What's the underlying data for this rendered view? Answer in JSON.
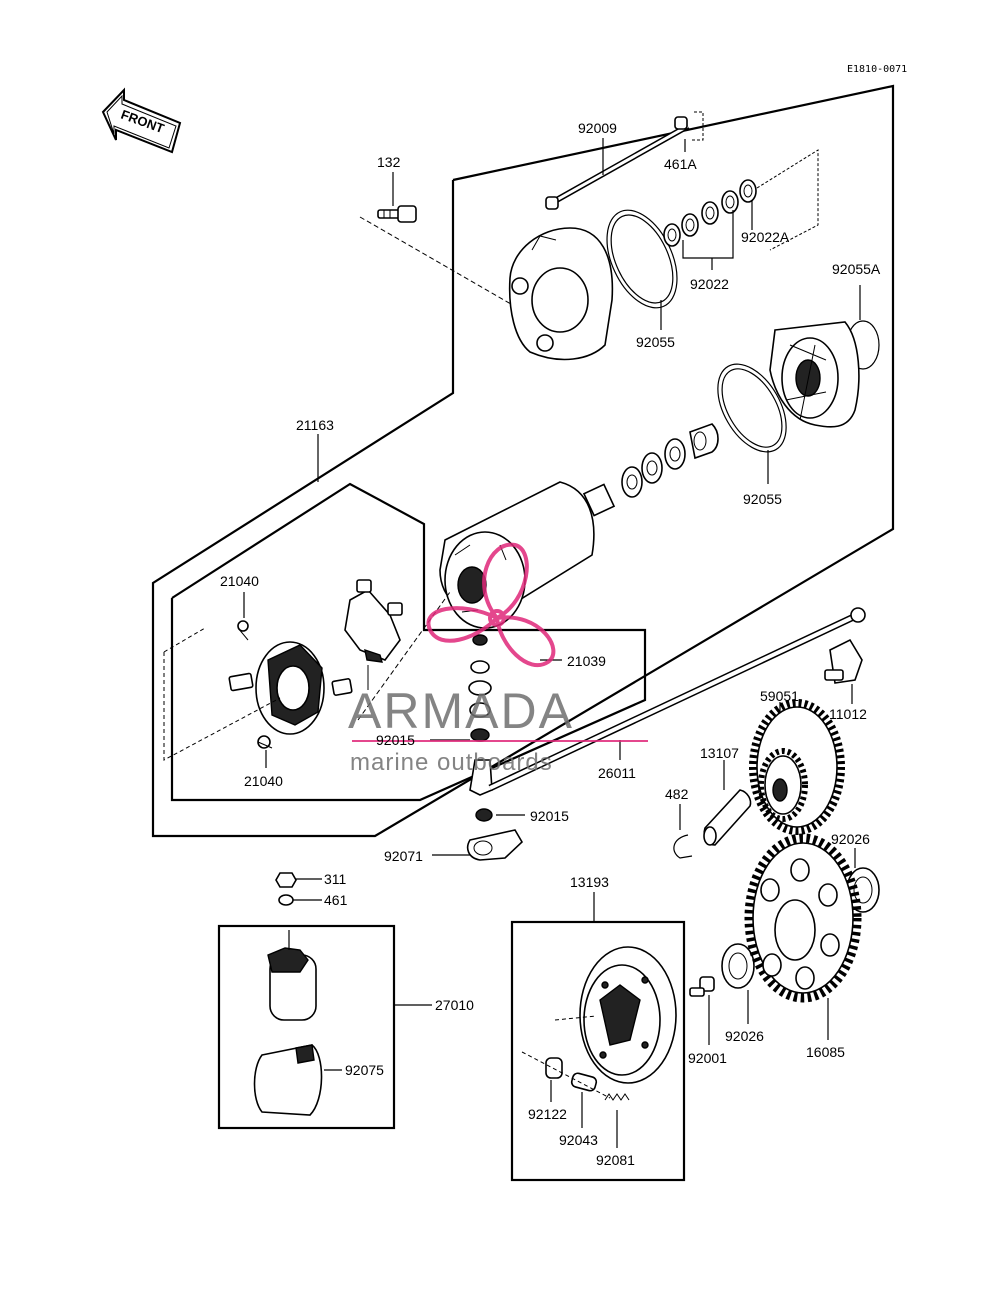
{
  "diagram_ref": "E1810-0071",
  "front_label": "FRONT",
  "watermark": {
    "brand": "ARMADA",
    "tagline": "marine outboards",
    "accent_color": "#e0287a"
  },
  "parts": {
    "p132": "132",
    "p92009": "92009",
    "p461A": "461A",
    "p92022A": "92022A",
    "p92022": "92022",
    "p92055A": "92055A",
    "p92055_top": "92055",
    "p92055_mid": "92055",
    "p21163": "21163",
    "p21040_top": "21040",
    "p21040_bot": "21040",
    "p21039": "21039",
    "p92015_left": "92015",
    "p92015_right": "92015",
    "p26011": "26011",
    "p59051": "59051",
    "p11012": "11012",
    "p13107": "13107",
    "p482": "482",
    "p92071": "92071",
    "p92026_top": "92026",
    "p92026_bot": "92026",
    "p311": "311",
    "p461": "461",
    "p27010": "27010",
    "p92075": "92075",
    "p13193": "13193",
    "p92001": "92001",
    "p16085": "16085",
    "p92122": "92122",
    "p92043": "92043",
    "p92081": "92081"
  }
}
